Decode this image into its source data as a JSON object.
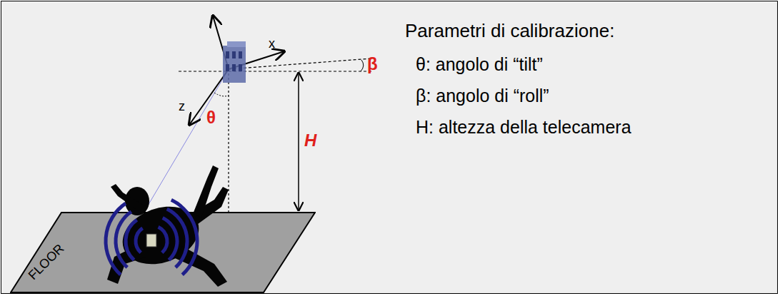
{
  "diagram": {
    "nodes": [
      {
        "text": [
          "FLOOR"
        ]
      }
    ],
    "labels": [
      "x",
      "z",
      "β",
      "θ",
      "H",
      "Parametri di calibrazione:",
      "θ: angolo di “tilt”",
      "β: angolo di “roll”",
      "H: altezza della telecamera"
    ]
  }
}
